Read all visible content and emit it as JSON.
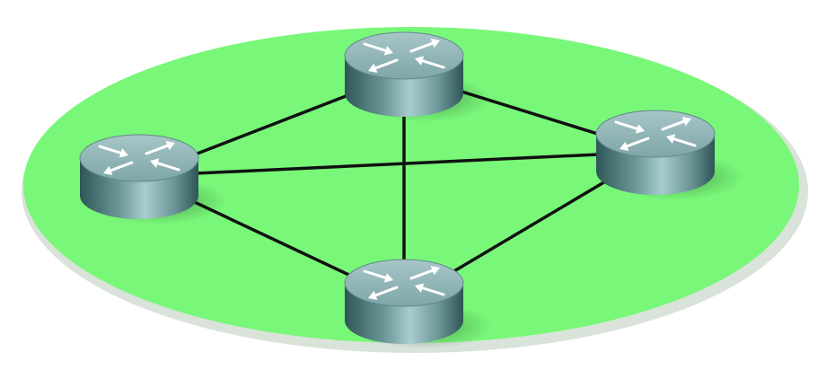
{
  "diagram": {
    "type": "network-topology",
    "topology": "mesh",
    "area_color": "#79f779",
    "area_shadow_color": "#d9e3d9",
    "link_color": "#111111",
    "router_icon": "router-icon",
    "router_colors": {
      "top": "#8fb3b5",
      "side_dark": "#3c6566",
      "side_light": "#9fc4c6",
      "arrow": "#ffffff"
    },
    "nodes": [
      {
        "id": "router-top"
      },
      {
        "id": "router-left"
      },
      {
        "id": "router-right"
      },
      {
        "id": "router-bottom"
      }
    ],
    "links": [
      [
        "router-top",
        "router-left"
      ],
      [
        "router-top",
        "router-right"
      ],
      [
        "router-top",
        "router-bottom"
      ],
      [
        "router-left",
        "router-right"
      ],
      [
        "router-left",
        "router-bottom"
      ],
      [
        "router-right",
        "router-bottom"
      ]
    ]
  }
}
